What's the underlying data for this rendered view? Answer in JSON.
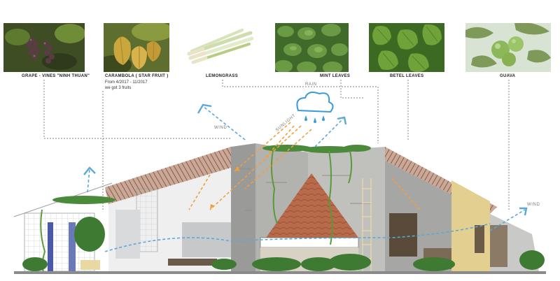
{
  "plants": [
    {
      "caption": "GRAPE - VINES  \"NINH THUAN\"",
      "color": "#4a5a2a"
    },
    {
      "caption": "CARAMBOLA ( STAR FRUIT )",
      "color": "#8a8a3a",
      "note_lines": [
        "From 4/2017 - 11/2017",
        "we got 3 fruits"
      ]
    },
    {
      "caption": "LEMONGRASS",
      "color": "#d8e4b8"
    },
    {
      "caption": "MINT LEAVES",
      "color": "#4f7a35"
    },
    {
      "caption": "BETEL LEAVES",
      "color": "#5a8a32"
    },
    {
      "caption": "GUAVA",
      "color": "#7aa04a"
    }
  ],
  "labels": {
    "wind_left": "WIND",
    "wind_right": "WIND",
    "sunlight": "SUNLIGHT",
    "rain": "RAIN"
  },
  "colors": {
    "wind_arrow": "#5aa8d8",
    "sun_arrow": "#f0a040",
    "rain_cloud": "#3a9ad8",
    "roof_tile": "#b86a4a",
    "rafters": "#8a5a48",
    "concrete": "#a8a8a4"
  }
}
